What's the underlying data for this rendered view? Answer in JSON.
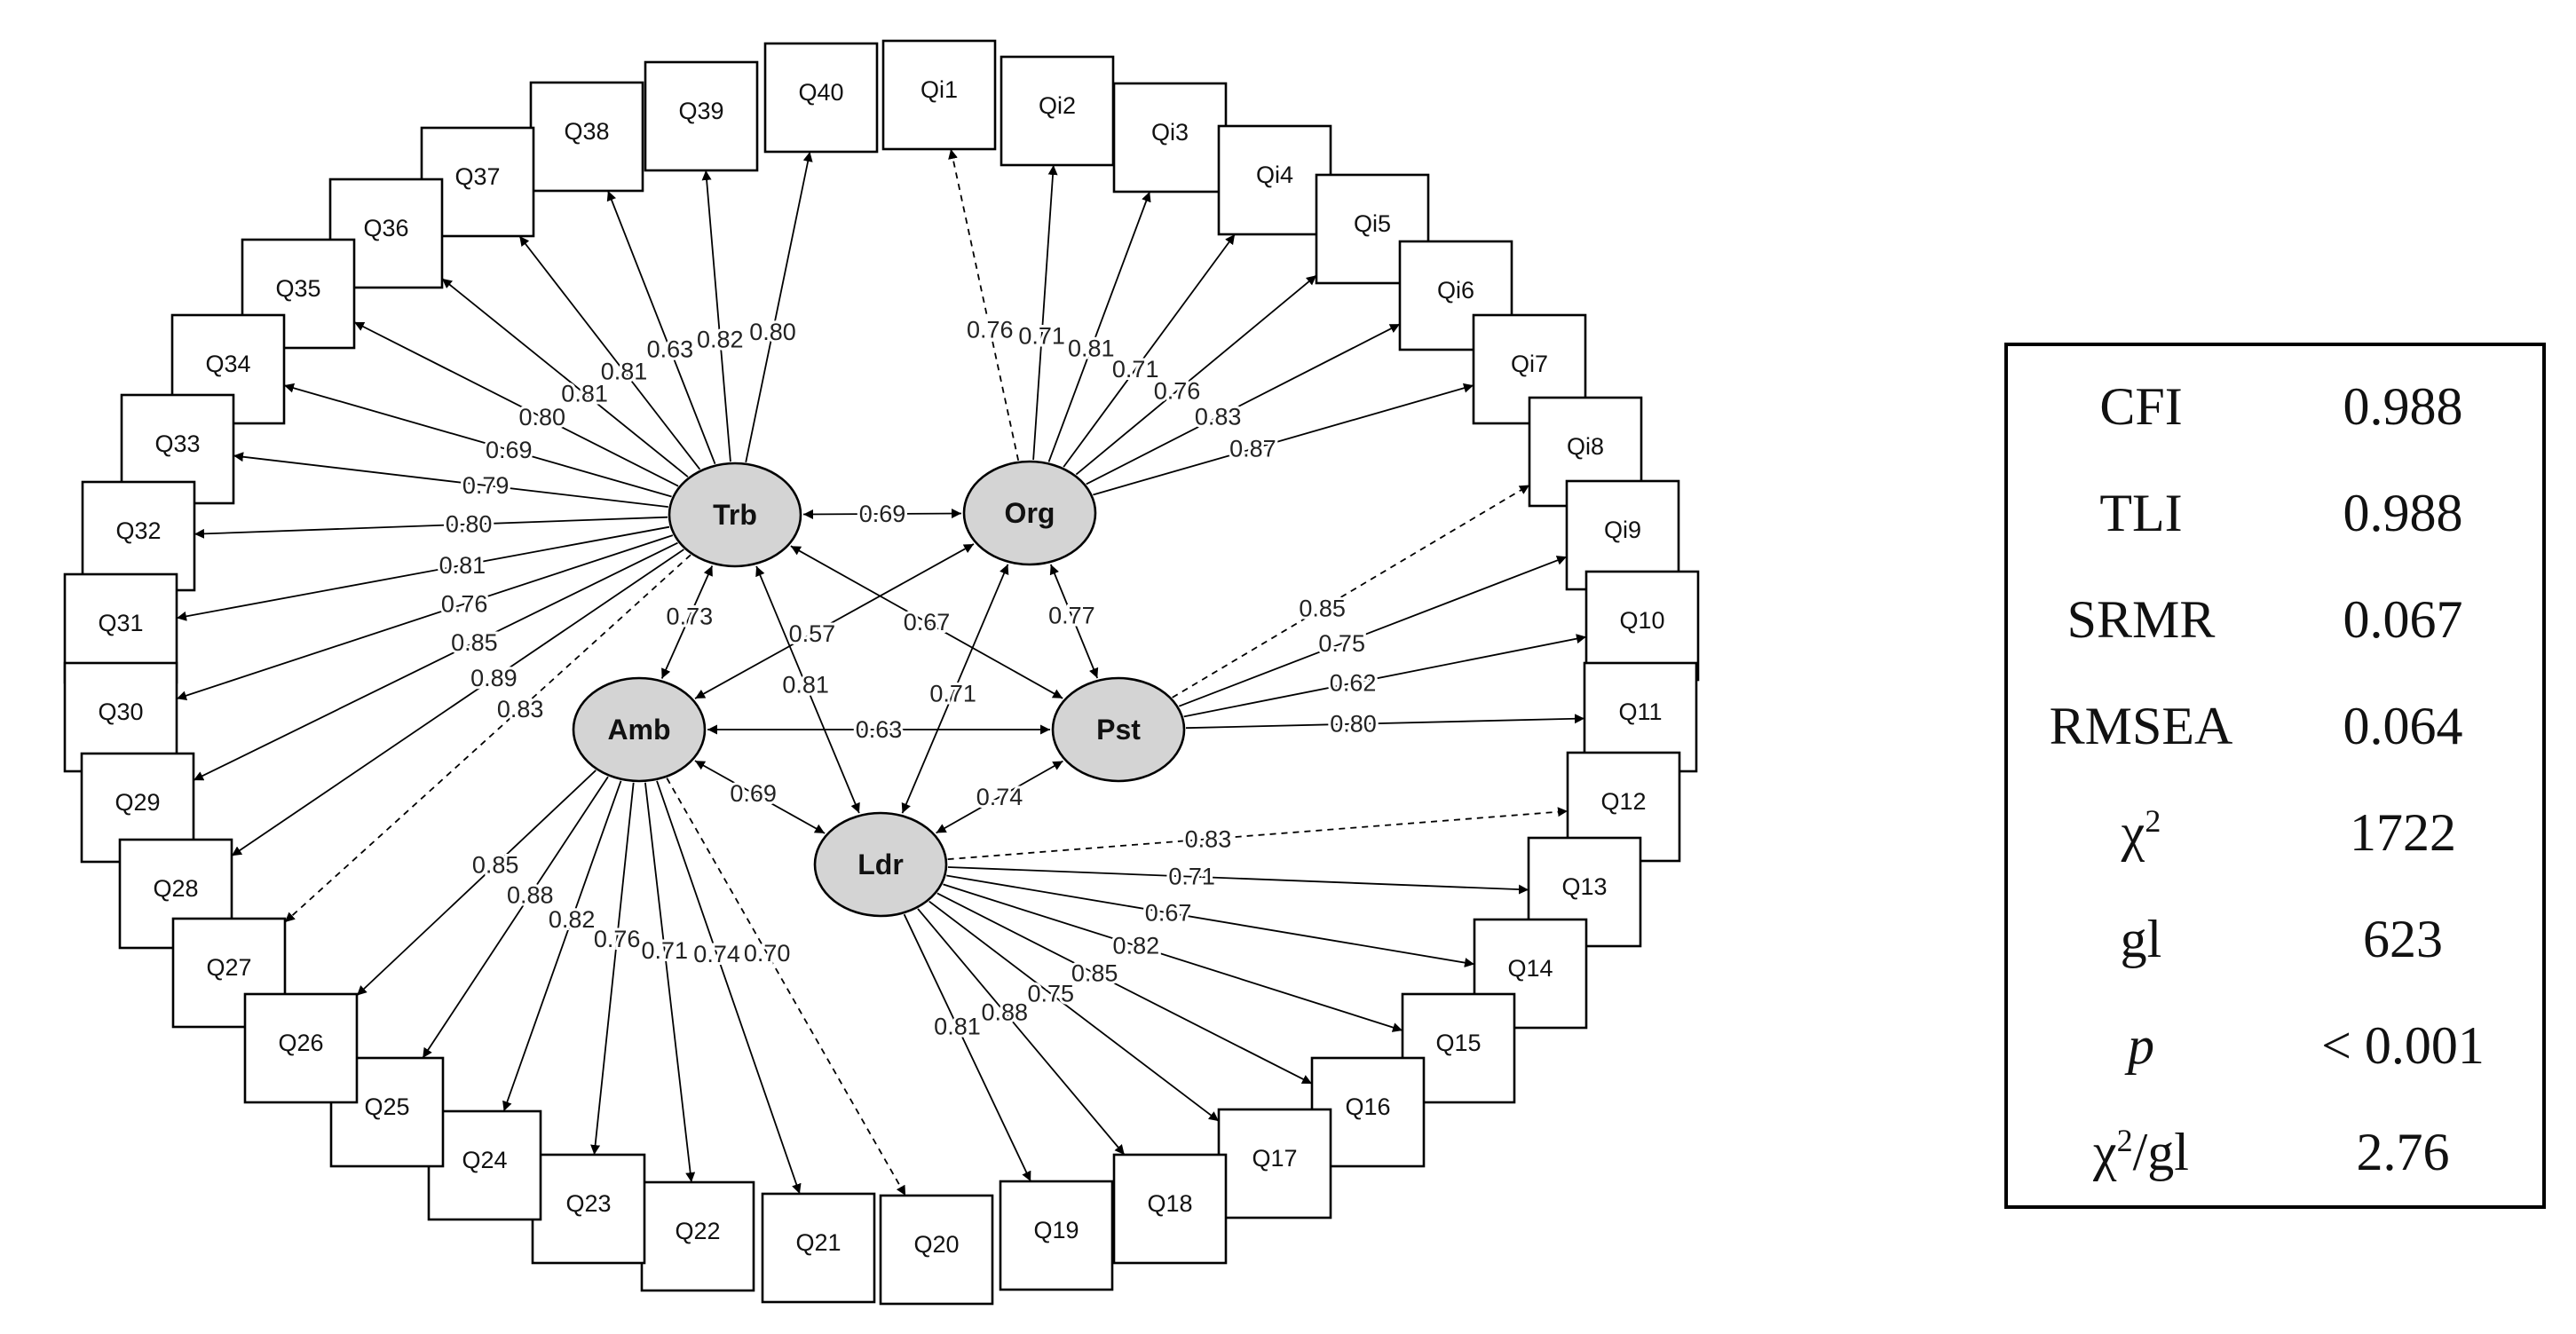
{
  "latents": [
    {
      "id": "Trb",
      "label": "Trb"
    },
    {
      "id": "Org",
      "label": "Org"
    },
    {
      "id": "Amb",
      "label": "Amb"
    },
    {
      "id": "Pst",
      "label": "Pst"
    },
    {
      "id": "Ldr",
      "label": "Ldr"
    }
  ],
  "indicators": [
    {
      "label": "Q40",
      "latent": "Trb",
      "loading": "0.80",
      "dashed": false
    },
    {
      "label": "Q39",
      "latent": "Trb",
      "loading": "0.82",
      "dashed": false
    },
    {
      "label": "Q38",
      "latent": "Trb",
      "loading": "0.63",
      "dashed": false
    },
    {
      "label": "Q37",
      "latent": "Trb",
      "loading": "0.81",
      "dashed": false
    },
    {
      "label": "Q36",
      "latent": "Trb",
      "loading": "0.81",
      "dashed": false
    },
    {
      "label": "Q35",
      "latent": "Trb",
      "loading": "0.80",
      "dashed": false
    },
    {
      "label": "Q34",
      "latent": "Trb",
      "loading": "0.69",
      "dashed": false
    },
    {
      "label": "Q33",
      "latent": "Trb",
      "loading": "0.79",
      "dashed": false
    },
    {
      "label": "Q32",
      "latent": "Trb",
      "loading": "0.80",
      "dashed": false
    },
    {
      "label": "Q31",
      "latent": "Trb",
      "loading": "0.81",
      "dashed": false
    },
    {
      "label": "Q30",
      "latent": "Trb",
      "loading": "0.76",
      "dashed": false
    },
    {
      "label": "Q29",
      "latent": "Trb",
      "loading": "0.85",
      "dashed": false
    },
    {
      "label": "Q28",
      "latent": "Trb",
      "loading": "0.89",
      "dashed": false
    },
    {
      "label": "Q27",
      "latent": "Trb",
      "loading": "0.83",
      "dashed": true
    },
    {
      "label": "Qi1",
      "latent": "Org",
      "loading": "0.76",
      "dashed": true
    },
    {
      "label": "Qi2",
      "latent": "Org",
      "loading": "0.71",
      "dashed": false
    },
    {
      "label": "Qi3",
      "latent": "Org",
      "loading": "0.81",
      "dashed": false
    },
    {
      "label": "Qi4",
      "latent": "Org",
      "loading": "0.71",
      "dashed": false
    },
    {
      "label": "Qi5",
      "latent": "Org",
      "loading": "0.76",
      "dashed": false
    },
    {
      "label": "Qi6",
      "latent": "Org",
      "loading": "0.83",
      "dashed": false
    },
    {
      "label": "Qi7",
      "latent": "Org",
      "loading": "0.87",
      "dashed": false
    },
    {
      "label": "Qi8",
      "latent": "Pst",
      "loading": "0.85",
      "dashed": true
    },
    {
      "label": "Qi9",
      "latent": "Pst",
      "loading": "0.75",
      "dashed": false
    },
    {
      "label": "Q10",
      "latent": "Pst",
      "loading": "0.62",
      "dashed": false
    },
    {
      "label": "Q11",
      "latent": "Pst",
      "loading": "0.80",
      "dashed": false
    },
    {
      "label": "Q12",
      "latent": "Ldr",
      "loading": "0.83",
      "dashed": true
    },
    {
      "label": "Q13",
      "latent": "Ldr",
      "loading": "0.71",
      "dashed": false
    },
    {
      "label": "Q14",
      "latent": "Ldr",
      "loading": "0.67",
      "dashed": false
    },
    {
      "label": "Q15",
      "latent": "Ldr",
      "loading": "0.82",
      "dashed": false
    },
    {
      "label": "Q16",
      "latent": "Ldr",
      "loading": "0.85",
      "dashed": false
    },
    {
      "label": "Q17",
      "latent": "Ldr",
      "loading": "0.75",
      "dashed": false
    },
    {
      "label": "Q18",
      "latent": "Ldr",
      "loading": "0.88",
      "dashed": false
    },
    {
      "label": "Q19",
      "latent": "Ldr",
      "loading": "0.81",
      "dashed": false
    },
    {
      "label": "Q20",
      "latent": "Amb",
      "loading": "0.70",
      "dashed": true
    },
    {
      "label": "Q21",
      "latent": "Amb",
      "loading": "0.74",
      "dashed": false
    },
    {
      "label": "Q22",
      "latent": "Amb",
      "loading": "0.71",
      "dashed": false
    },
    {
      "label": "Q23",
      "latent": "Amb",
      "loading": "0.76",
      "dashed": false
    },
    {
      "label": "Q24",
      "latent": "Amb",
      "loading": "0.82",
      "dashed": false
    },
    {
      "label": "Q25",
      "latent": "Amb",
      "loading": "0.88",
      "dashed": false
    },
    {
      "label": "Q26",
      "latent": "Amb",
      "loading": "0.85",
      "dashed": false
    }
  ],
  "correlations": [
    {
      "from": "Trb",
      "to": "Org",
      "value": "0.69"
    },
    {
      "from": "Trb",
      "to": "Amb",
      "value": "0.73"
    },
    {
      "from": "Trb",
      "to": "Pst",
      "value": "0.67"
    },
    {
      "from": "Trb",
      "to": "Ldr",
      "value": "0.81"
    },
    {
      "from": "Org",
      "to": "Amb",
      "value": "0.57"
    },
    {
      "from": "Org",
      "to": "Pst",
      "value": "0.77"
    },
    {
      "from": "Org",
      "to": "Ldr",
      "value": "0.71"
    },
    {
      "from": "Amb",
      "to": "Pst",
      "value": "0.63"
    },
    {
      "from": "Amb",
      "to": "Ldr",
      "value": "0.69"
    },
    {
      "from": "Pst",
      "to": "Ldr",
      "value": "0.74"
    }
  ],
  "fit_indices": [
    {
      "name": "CFI",
      "value": "0.988",
      "name_style": "normal"
    },
    {
      "name": "TLI",
      "value": "0.988",
      "name_style": "normal"
    },
    {
      "name": "SRMR",
      "value": "0.067",
      "name_style": "normal"
    },
    {
      "name": "RMSEA",
      "value": "0.064",
      "name_style": "normal"
    },
    {
      "name": "χ",
      "name_sup": "2",
      "value": "1722",
      "name_style": "normal"
    },
    {
      "name": "gl",
      "value": "623",
      "name_style": "normal"
    },
    {
      "name": "p",
      "value": "< 0.001",
      "name_style": "italic"
    },
    {
      "name": "χ",
      "name_sup": "2",
      "name_suffix": "/gl",
      "value": "2.76",
      "name_style": "normal"
    }
  ]
}
